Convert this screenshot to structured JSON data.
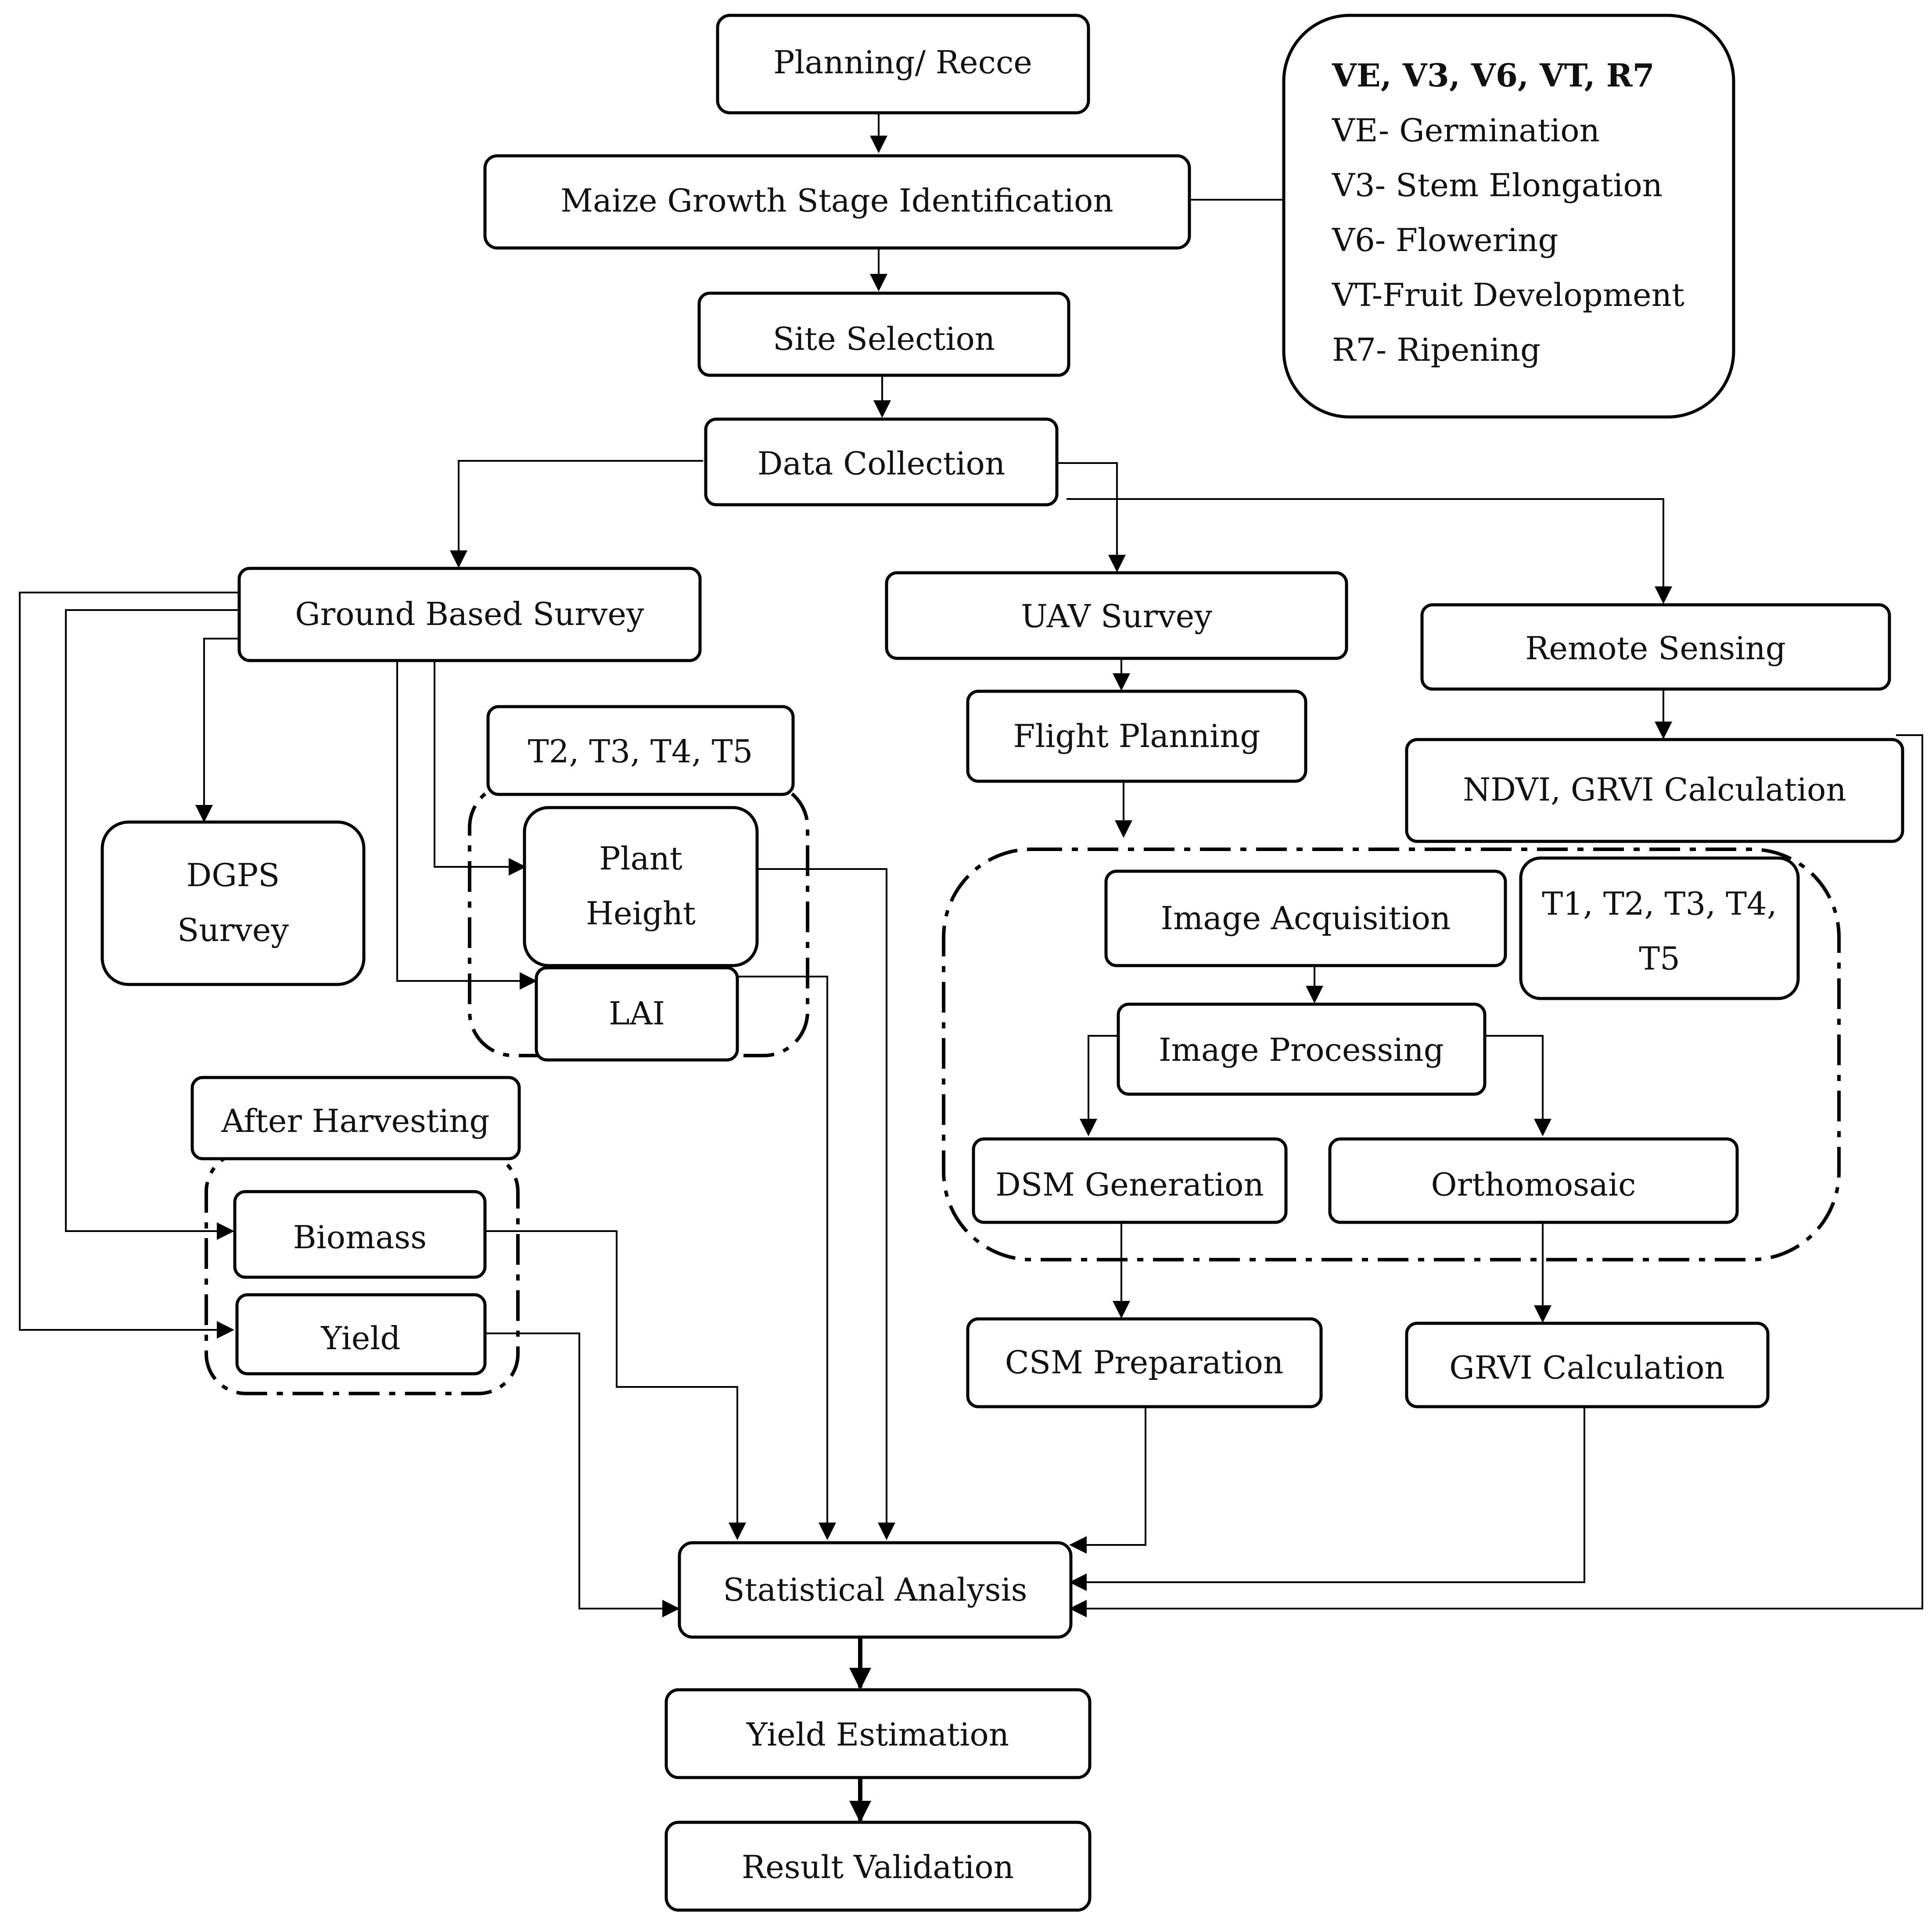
{
  "nodes": {
    "planning": "Planning/ Recce",
    "growth_stage": "Maize Growth Stage Identification",
    "site_selection": "Site Selection",
    "data_collection": "Data Collection",
    "ground_survey": "Ground Based Survey",
    "uav_survey": "UAV Survey",
    "remote_sensing": "Remote Sensing",
    "dgps_line1": "DGPS",
    "dgps_line2": "Survey",
    "t2_t5": "T2, T3, T4, T5",
    "plant_height_line1": "Plant",
    "plant_height_line2": "Height",
    "lai": "LAI",
    "after_harvesting": "After Harvesting",
    "biomass": "Biomass",
    "yield": "Yield",
    "flight_planning": "Flight Planning",
    "ndvi_grvi": "NDVI, GRVI Calculation",
    "image_acquisition": "Image Acquisition",
    "t1_t5_line1": "T1, T2, T3, T4,",
    "t1_t5_line2": "T5",
    "image_processing": "Image Processing",
    "dsm_generation": "DSM Generation",
    "orthomosaic": "Orthomosaic",
    "csm_preparation": "CSM Preparation",
    "grvi_calculation": "GRVI Calculation",
    "statistical_analysis": "Statistical Analysis",
    "yield_estimation": "Yield Estimation",
    "result_validation": "Result Validation"
  },
  "growth_stages": {
    "title": "VE, V3, V6, VT, R7",
    "items": [
      "VE- Germination",
      "V3- Stem Elongation",
      "V6- Flowering",
      "VT-Fruit Development",
      "R7- Ripening"
    ]
  }
}
